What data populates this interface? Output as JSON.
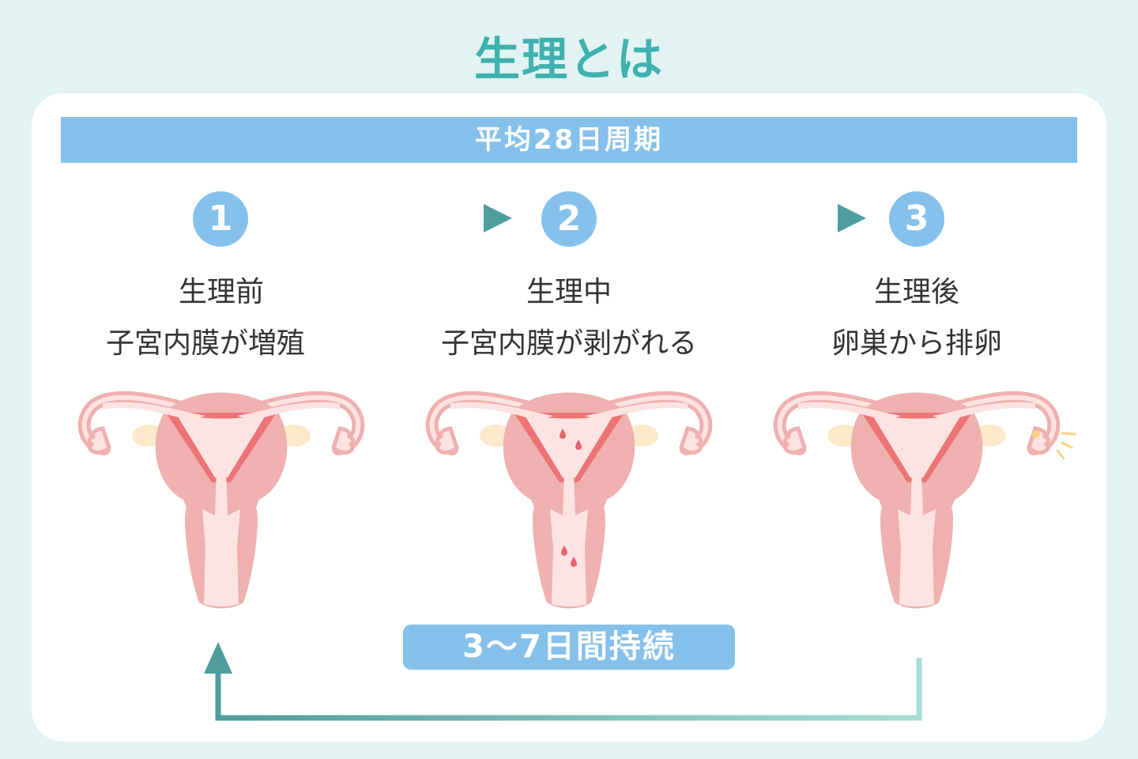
{
  "title": "生理とは",
  "banner": "平均28日周期",
  "steps": [
    {
      "number": "1",
      "phase": "生理前",
      "description": "子宮内膜が増殖"
    },
    {
      "number": "2",
      "phase": "生理中",
      "description": "子宮内膜が剥がれる"
    },
    {
      "number": "3",
      "phase": "生理後",
      "description": "卵巣から排卵"
    }
  ],
  "duration_label": "3〜7日間持続",
  "colors": {
    "accent": "#3fb1ae",
    "blue": "#86c1ec",
    "uterus": "#efb0b0",
    "endometrium": "#ec7474"
  }
}
